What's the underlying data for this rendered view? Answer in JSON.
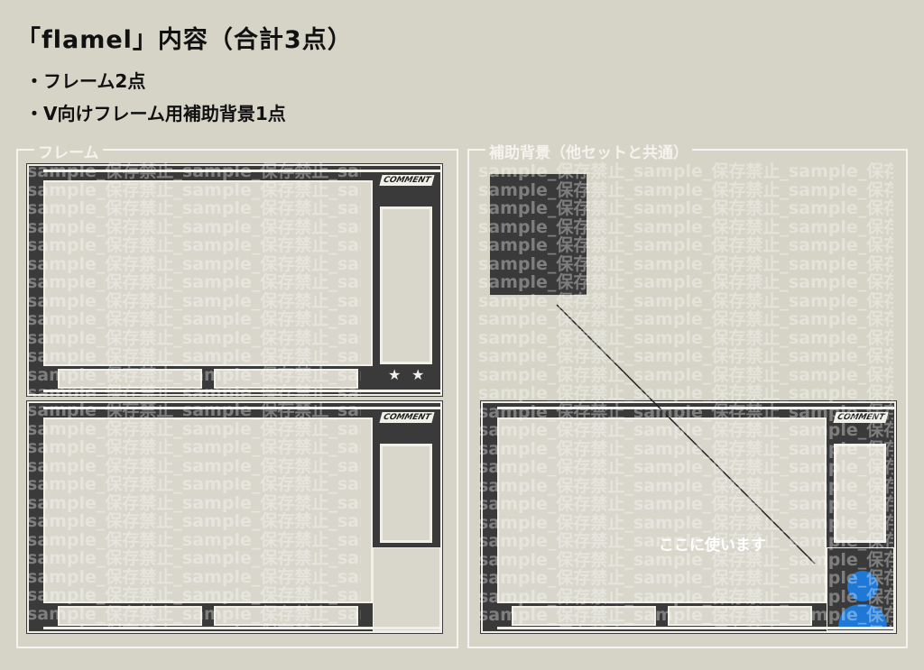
{
  "header": {
    "title": "「flamel」内容（合計3点）",
    "bullets": [
      "・フレーム2点",
      "・V向けフレーム用補助背景1点"
    ]
  },
  "panels": {
    "frames_label": "フレーム",
    "background_label": "補助背景（他セットと共通）"
  },
  "frame": {
    "logo_text": "COMMENT",
    "star_icon": "star"
  },
  "hint_text": "ここに使います",
  "watermark": "sample_保存禁止_",
  "colors": {
    "background": "#d6d4c7",
    "frame_dark": "#3a3a3a",
    "avatar_blue": "#1e78d6"
  }
}
